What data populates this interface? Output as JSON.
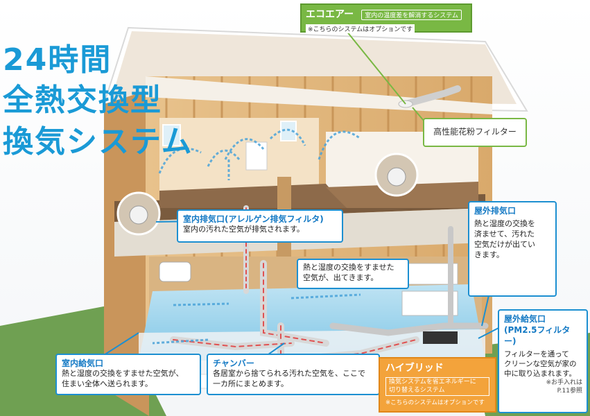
{
  "title": {
    "line1": "24時間",
    "line2": "全熱交換型",
    "line3": "換気システム"
  },
  "eco_air": {
    "name": "エコエアー",
    "tag": "室内の温度差を解消するシステム",
    "note": "※こちらのシステムはオプションです"
  },
  "pollen_filter": {
    "label": "高性能花粉フィルター"
  },
  "indoor_exhaust": {
    "title": "室内排気口(アレルゲン排気フィルタ)",
    "desc": "室内の汚れた空気が排気されます。"
  },
  "heat_exchange": {
    "desc1": "熱と湿度の交換をすませた",
    "desc2": "空気が、出てきます。"
  },
  "outdoor_exhaust": {
    "title": "屋外排気口",
    "lines": [
      "熱と湿度の交換を",
      "済ませて、汚れた",
      "空気だけが出てい",
      "きます。"
    ]
  },
  "outdoor_intake": {
    "title1": "屋外給気口",
    "title2": "(PM2.5フィルター)",
    "lines": [
      "フィルターを通って",
      "クリーンな空気が家の",
      "中に取り込まれます。"
    ],
    "note1": "※お手入れは",
    "note2": "P.11参照"
  },
  "indoor_intake": {
    "title": "室内給気口",
    "desc1": "熱と湿度の交換をすませた空気が、",
    "desc2": "住まい全体へ送られます。"
  },
  "chamber": {
    "title": "チャンバー",
    "desc1": "各居室から捨てられる汚れた空気を、ここで",
    "desc2": "一カ所にまとめます。"
  },
  "hybrid": {
    "name": "ハイブリッド",
    "tag1": "換気システムを省エネルギーに",
    "tag2": "切り替えるシステム",
    "note": "※こちらのシステムはオプションです"
  },
  "colors": {
    "accent_blue": "#1a9ad6",
    "callout_border": "#1c8fd1",
    "green": "#79b844",
    "orange": "#f3a33b",
    "wood": "#e2bc86"
  }
}
